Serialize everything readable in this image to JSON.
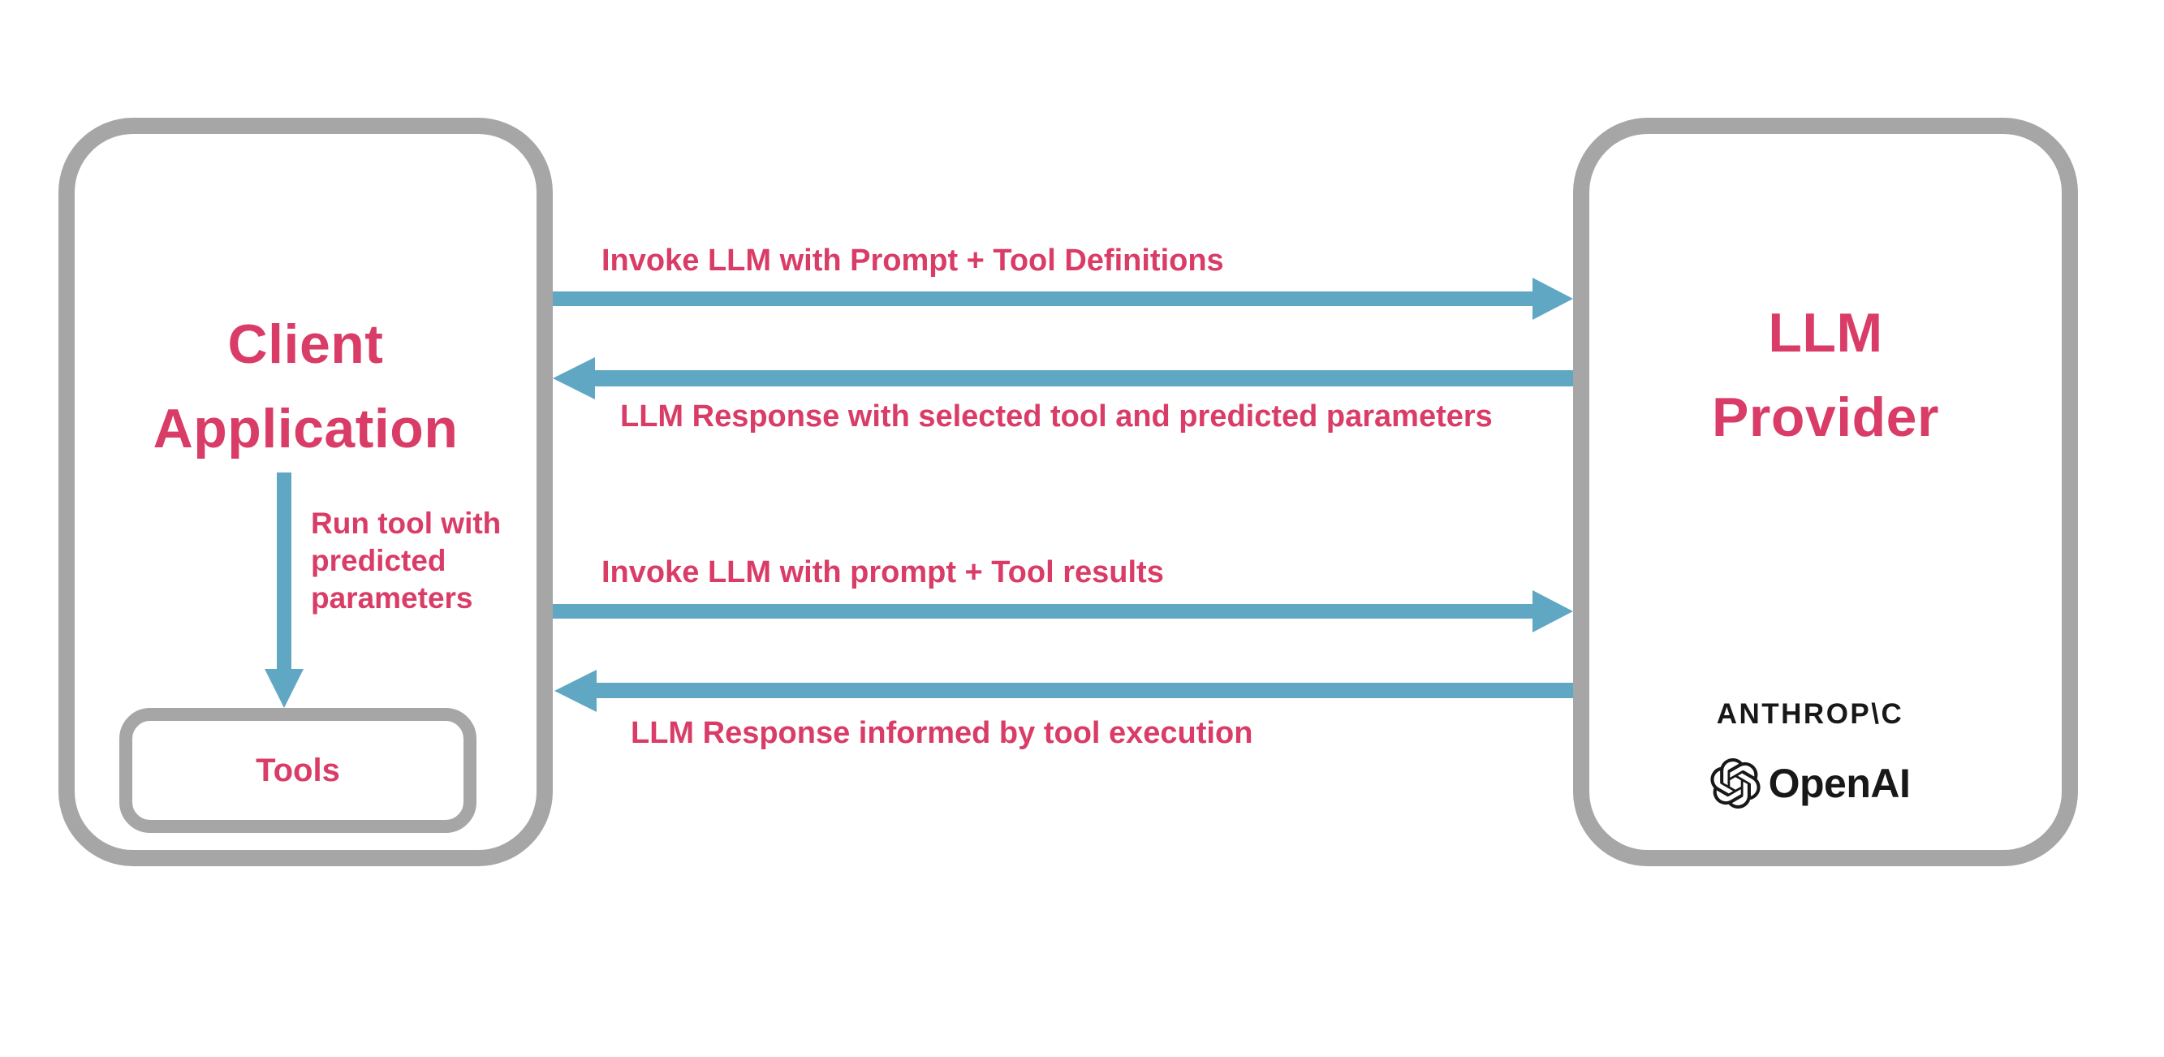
{
  "colors": {
    "pink": "#d93c66",
    "blue": "#60a7c3",
    "gray": "#a6a6a6",
    "ink": "#181818",
    "bg": "#ffffff"
  },
  "client_box": {
    "title": "Client\nApplication",
    "run_tool_label": "Run tool with\npredicted\nparameters",
    "tools_label": "Tools"
  },
  "provider_box": {
    "title": "LLM\nProvider",
    "anthropic_wordmark": "ANTHROP\\C",
    "openai_wordmark": "OpenAI"
  },
  "arrows": [
    {
      "direction": "right",
      "label": "Invoke LLM with Prompt + Tool Definitions"
    },
    {
      "direction": "left",
      "label": "LLM Response with selected tool and predicted parameters"
    },
    {
      "direction": "right",
      "label": "Invoke LLM with prompt + Tool results"
    },
    {
      "direction": "left",
      "label": "LLM Response informed by tool execution"
    }
  ]
}
